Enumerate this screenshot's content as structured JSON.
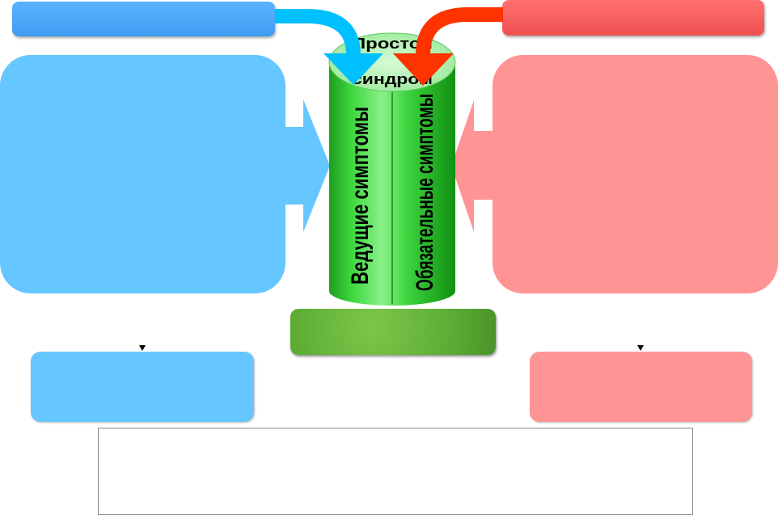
{
  "cylinder": {
    "top_word_1": "Простой",
    "top_word_2": "синдром",
    "left_label": "Ведущие симптомы",
    "right_label": "Обязательные симптомы"
  },
  "colors": {
    "blue": "#66c6ff",
    "red": "#ff9494",
    "green": "#22cc22",
    "arrow_blue": "#00c0ff",
    "arrow_red": "#ff3300"
  },
  "icons": [
    "cyan-curved-arrow-icon",
    "red-curved-arrow-icon",
    "blue-block-arrow-icon",
    "red-block-arrow-icon",
    "down-triangle-icon"
  ]
}
